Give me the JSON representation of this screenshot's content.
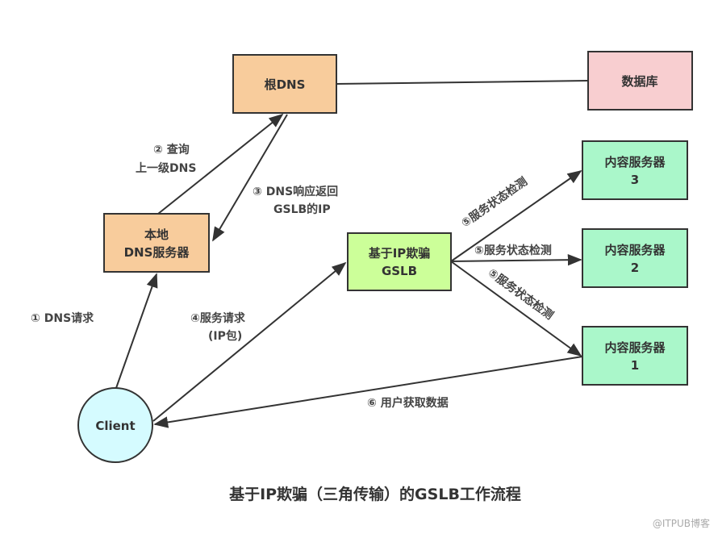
{
  "colors": {
    "dns_box": "#f8cc9c",
    "db_box": "#f8ced0",
    "gslb_box": "#ccff99",
    "server_box": "#aaf7ca",
    "client": "#d5fbff",
    "stroke": "#333333"
  },
  "nodes": {
    "root_dns": [
      "根DNS"
    ],
    "database": [
      "数据库"
    ],
    "local_dns": [
      "本地",
      "DNS服务器"
    ],
    "gslb": [
      "基于IP欺骗",
      "GSLB"
    ],
    "server3": [
      "内容服务器",
      "3"
    ],
    "server2": [
      "内容服务器",
      "2"
    ],
    "server1": [
      "内容服务器",
      "1"
    ],
    "client": [
      "Client"
    ]
  },
  "edges": {
    "step1": [
      "① DNS请求"
    ],
    "step2": [
      "② 查询",
      "上一级DNS"
    ],
    "step3": [
      "③ DNS响应返回",
      "GSLB的IP"
    ],
    "step4": [
      "④服务请求",
      "(IP包)"
    ],
    "step5_top": "⑤服务状态检测",
    "step5_mid": "⑤服务状态检测",
    "step5_bottom": "⑤服务状态检测",
    "step6": "⑥ 用户获取数据"
  },
  "title": "基于IP欺骗（三角传输）的GSLB工作流程",
  "watermark": "@ITPUB博客"
}
